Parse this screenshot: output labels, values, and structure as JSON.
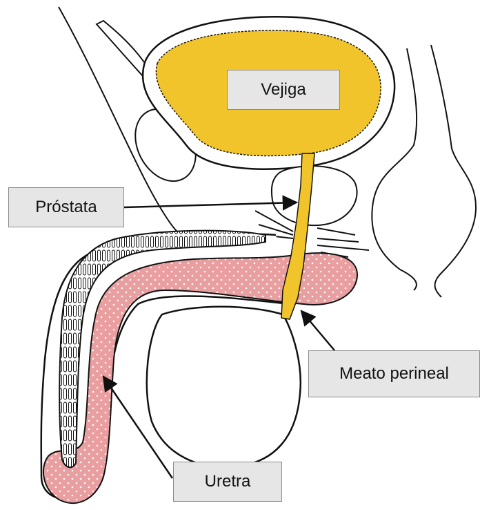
{
  "labels": {
    "bladder": "Vejiga",
    "prostate": "Próstata",
    "perineal_meatus": "Meato perineal",
    "urethra": "Uretra"
  },
  "colors": {
    "urine_yellow": "#f2c42c",
    "tissue_pink": "#e99ea0",
    "outline": "#111111",
    "label_bg": "#e6e6e6"
  }
}
